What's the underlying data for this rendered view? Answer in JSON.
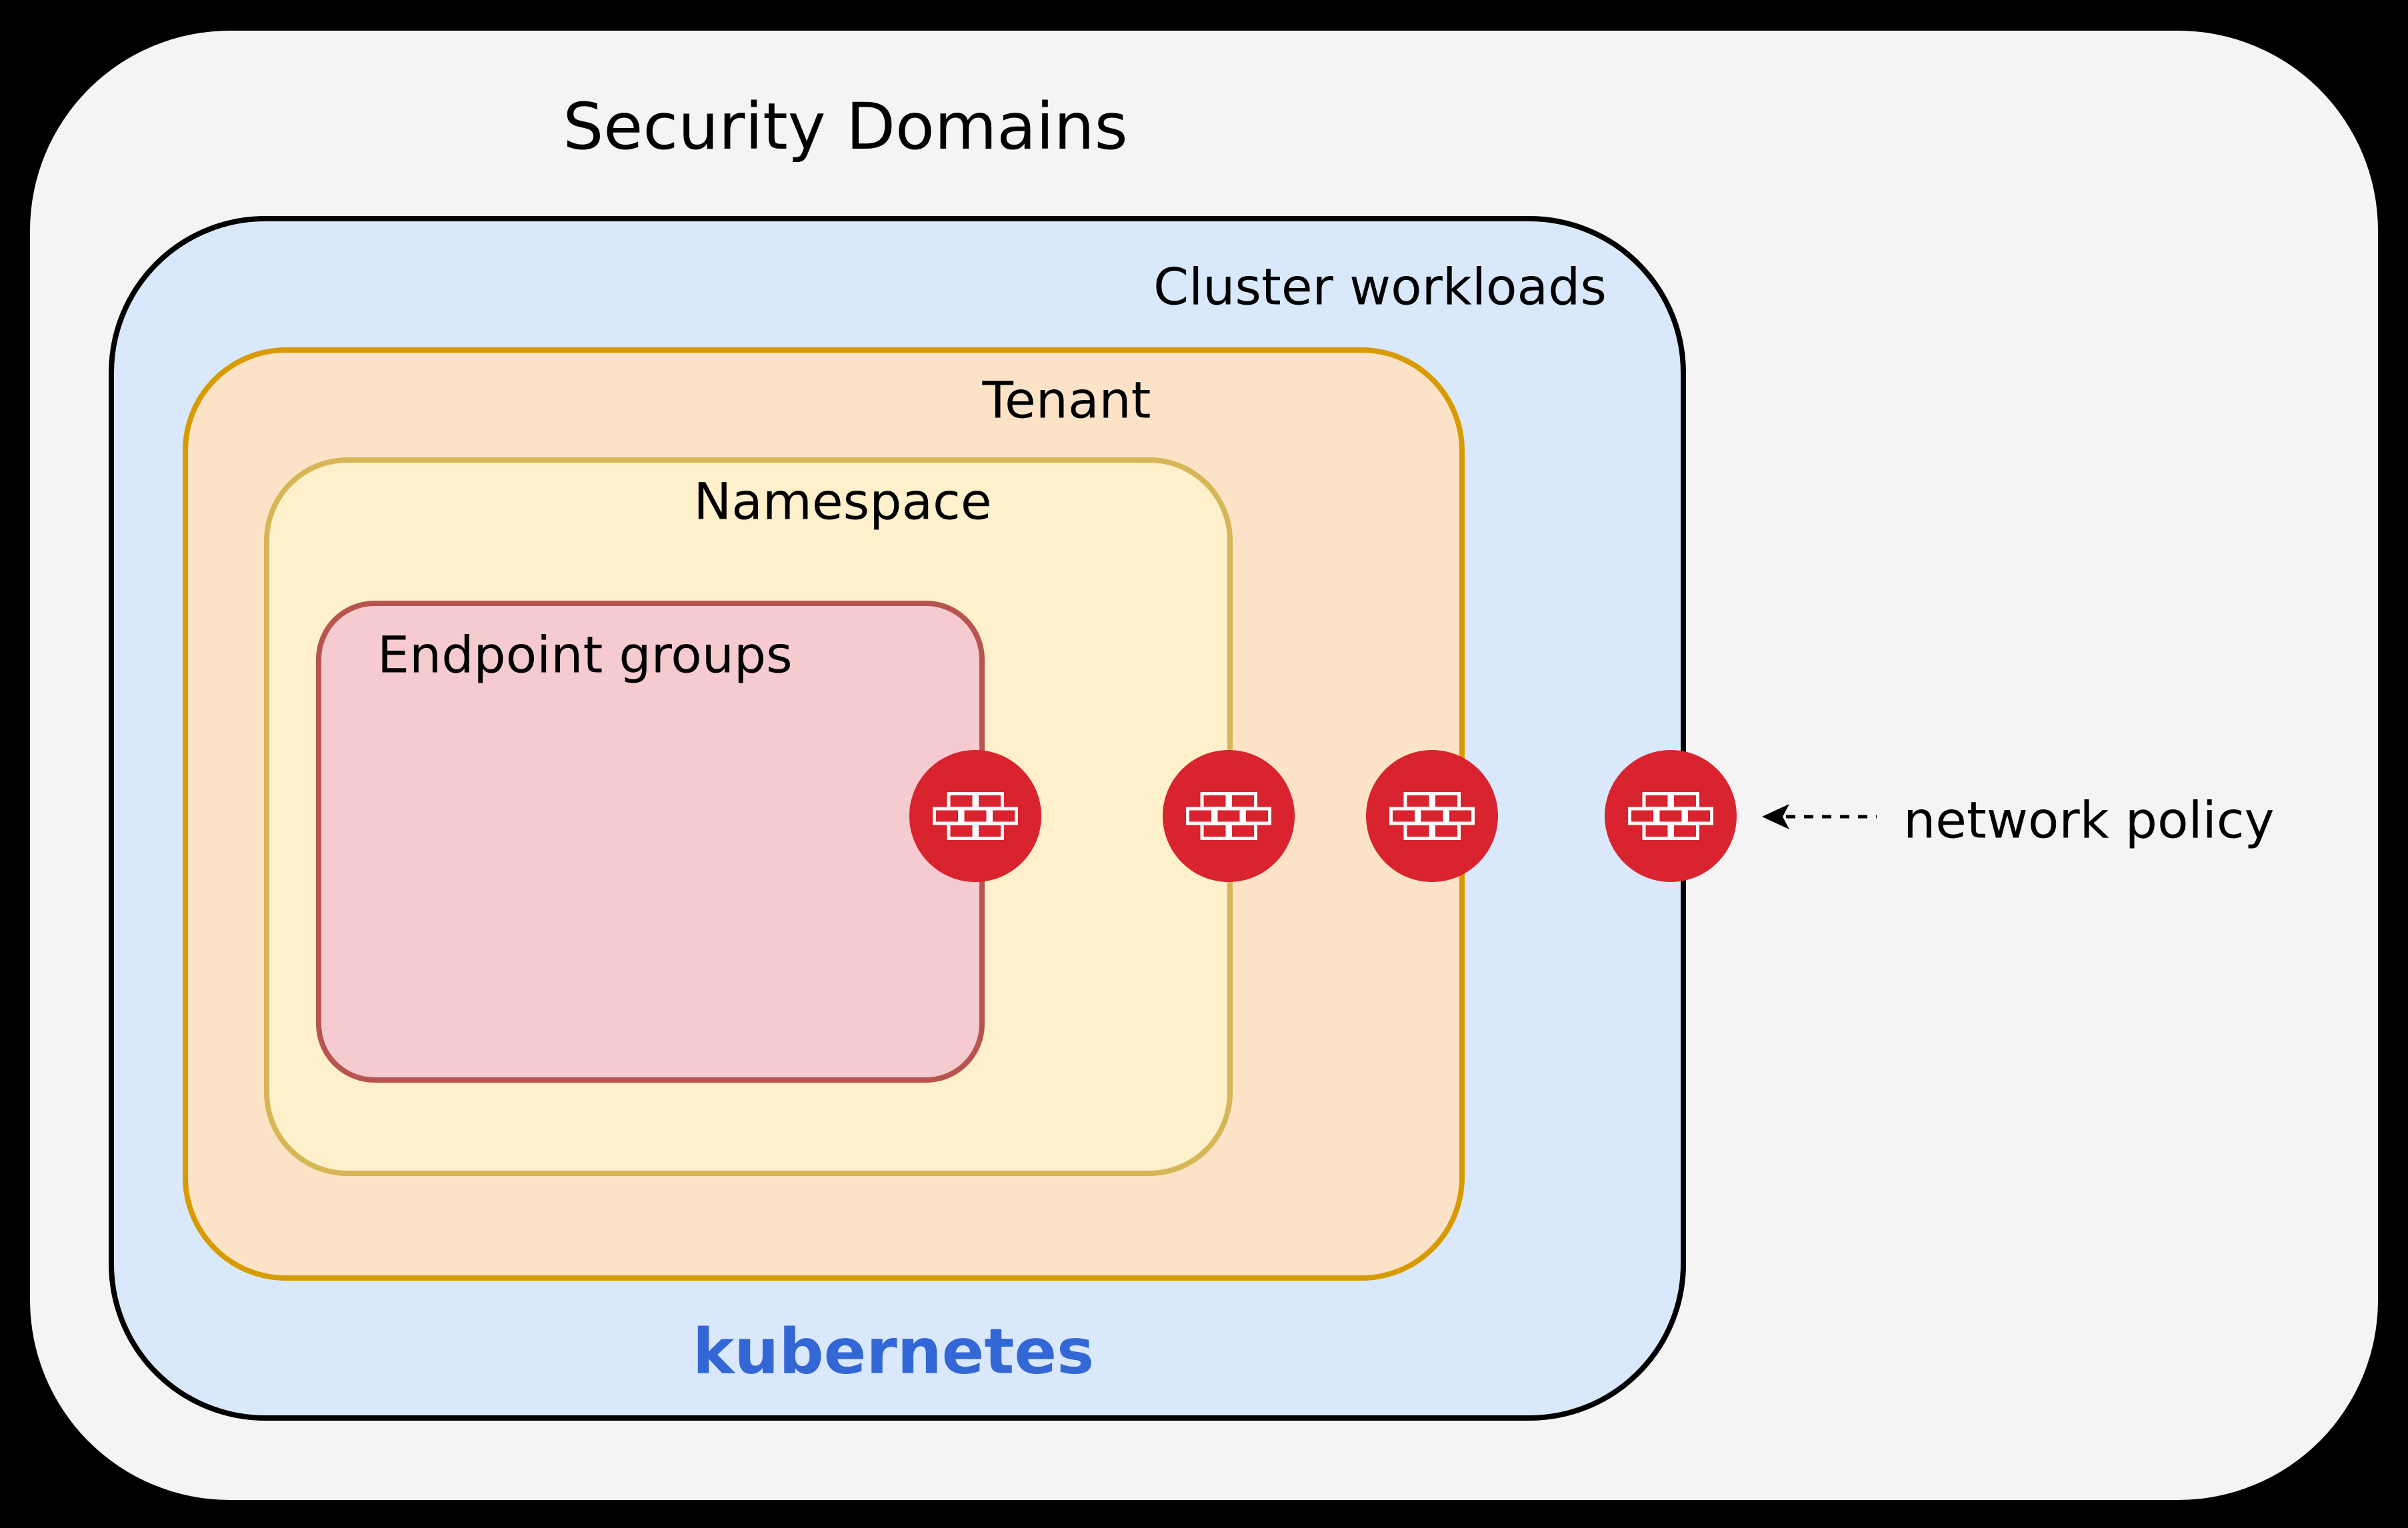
{
  "title": "Security Domains",
  "cluster": {
    "label": "Cluster workloads",
    "platform_label": "kubernetes"
  },
  "tenant": {
    "label": "Tenant"
  },
  "namespace": {
    "label": "Namespace"
  },
  "endpoint_groups": {
    "label": "Endpoint groups"
  },
  "network_policy": {
    "label": "network policy",
    "firewall_icon": "firewall-brick-wall-icon",
    "firewall_count": 4
  },
  "colors": {
    "canvas": "#000000",
    "outer_fill": "#f4f4f4",
    "cluster_fill": "#dae8fc",
    "cluster_stroke": "#000000",
    "tenant_fill": "#fce3c8",
    "tenant_stroke": "#d79b00",
    "namespace_fill": "#fdf0ca",
    "namespace_stroke": "#d6b656",
    "endpoint_fill": "#f5cbd0",
    "endpoint_stroke": "#b85450",
    "firewall_red": "#d9232e",
    "kubernetes_blue": "#3467d6",
    "text": "#000000"
  }
}
